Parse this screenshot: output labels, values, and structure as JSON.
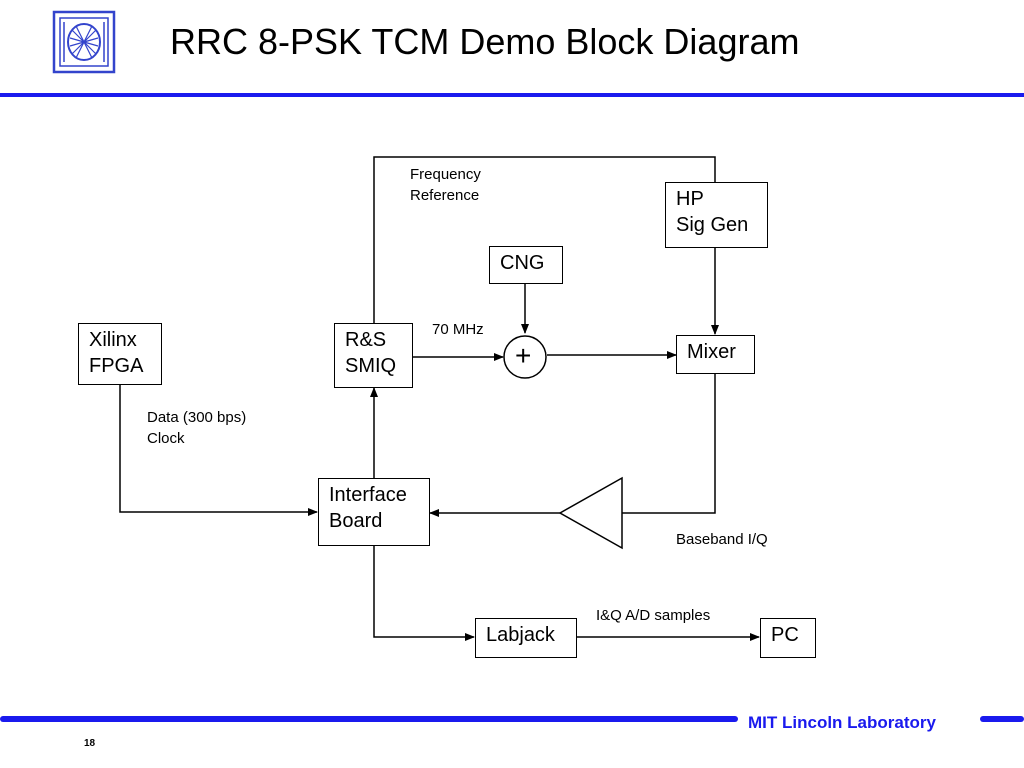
{
  "header": {
    "title": "RRC 8-PSK TCM Demo Block Diagram",
    "logo_icon": "mit-lincoln-laboratory-logo-icon"
  },
  "colors": {
    "accent": "#1a1aee",
    "logo": "#3344cc",
    "line": "#000000",
    "text": "#000000"
  },
  "diagram": {
    "blocks": {
      "xilinx": [
        "Xilinx",
        "FPGA"
      ],
      "rs_smiq": [
        "R&S",
        "SMIQ"
      ],
      "cng": [
        "CNG"
      ],
      "hp_sig_gen": [
        "HP",
        "Sig Gen"
      ],
      "mixer": [
        "Mixer"
      ],
      "interface_board": [
        "Interface",
        "Board"
      ],
      "labjack": [
        "Labjack"
      ],
      "pc": [
        "PC"
      ]
    },
    "summer_symbol": "+",
    "amplifier_icon": "amplifier-triangle-icon",
    "labels": {
      "frequency_reference": [
        "Frequency",
        "Reference"
      ],
      "if_70mhz": "70 MHz",
      "data_clock": [
        "Data (300 bps)",
        "Clock"
      ],
      "baseband_iq": "Baseband I/Q",
      "iq_samples": "I&Q A/D samples"
    }
  },
  "footer": {
    "organization": "MIT Lincoln Laboratory",
    "page_number": "18"
  }
}
